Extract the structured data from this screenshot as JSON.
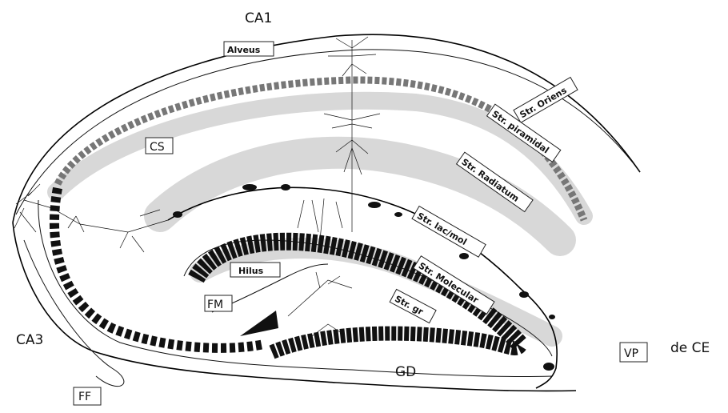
{
  "labels": {
    "ca1": "CA1",
    "ca3": "CA3",
    "de_ce": "de CE",
    "gd": "GD",
    "alveus": "Alveus",
    "cs": "CS",
    "fm": "FM",
    "ff": "FF",
    "vp": "VP",
    "hilus": "Hilus",
    "str_oriens": "Str. Oriens",
    "str_piramidal": "Str. piramidal",
    "str_radiatum": "Str. Radiatum",
    "str_lacmol": "Str. lac/mol",
    "str_molecular": "Str. Molecular",
    "str_gr": "Str. gr"
  }
}
